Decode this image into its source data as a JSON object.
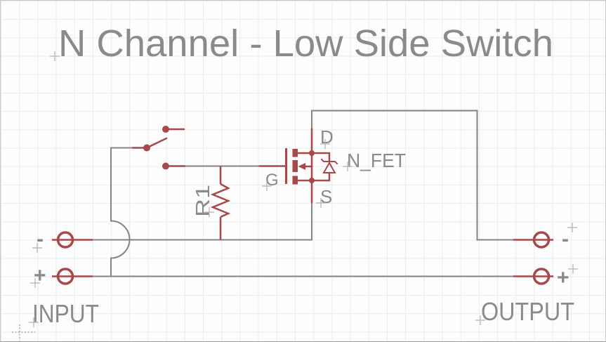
{
  "app": {
    "view": "schematic-canvas"
  },
  "canvas": {
    "background": "#fdfdfd",
    "grid_color": "#ebebeb",
    "wire_color": "#848484",
    "symbol_color": "#a84848",
    "text_color": "#8a8a8a",
    "marker_color": "#b3b3b3"
  },
  "title": "N Channel - Low Side Switch",
  "labels": {
    "input": "INPUT",
    "output": "OUTPUT",
    "resistor_ref": "R1",
    "fet_ref": "N_FET",
    "pin_drain": "D",
    "pin_source": "S",
    "pin_gate": "G"
  },
  "terminals": {
    "input_minus": "-",
    "input_plus": "+",
    "output_minus": "-",
    "output_plus": "+"
  },
  "components": [
    {
      "ref": "SW",
      "type": "SPDT toggle switch"
    },
    {
      "ref": "R1",
      "type": "resistor"
    },
    {
      "ref": "N_FET",
      "type": "N-channel MOSFET with body diode",
      "pins": [
        "D",
        "G",
        "S"
      ]
    },
    {
      "ref": "INPUT",
      "type": "2-terminal connector (+, -)"
    },
    {
      "ref": "OUTPUT",
      "type": "2-terminal connector (+, -)"
    }
  ],
  "nets": [
    "INPUT+ to switch common (wire hops over INPUT- wire) and to OUTPUT+",
    "Switch throw (lower) to R1 top and N_FET gate; upper throw open",
    "R1 bottom to INPUT- and N_FET source",
    "N_FET drain over top loop to OUTPUT-"
  ]
}
